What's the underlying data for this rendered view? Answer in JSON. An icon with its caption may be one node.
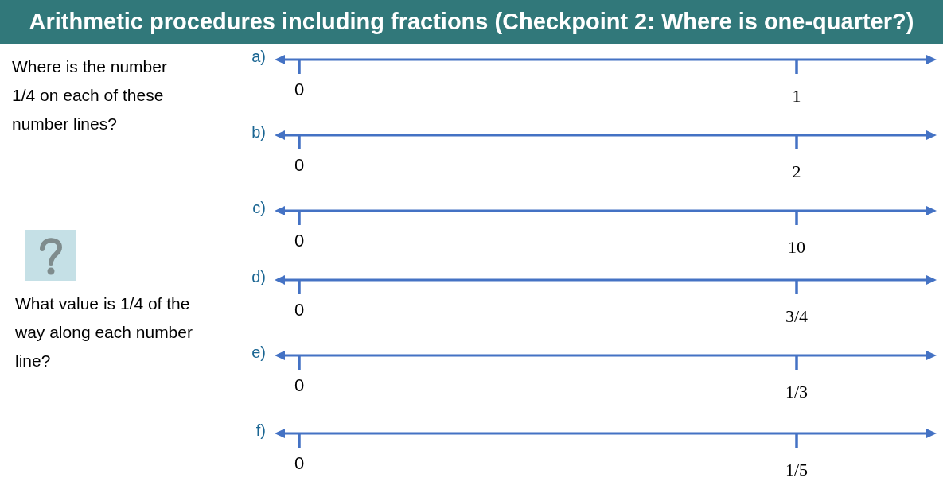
{
  "diagram": {
    "title": "Arithmetic procedures including fractions (Checkpoint 2: Where is one-quarter?)",
    "labels": [
      "Where is the number 1/4 on each of these number lines?",
      "What value is 1/4 of the way along each number line?",
      "a)",
      "0",
      "1",
      "b)",
      "0",
      "2",
      "c)",
      "0",
      "10",
      "d)",
      "0",
      "3/4",
      "e)",
      "0",
      "1/3",
      "f)",
      "0",
      "1/5"
    ]
  }
}
